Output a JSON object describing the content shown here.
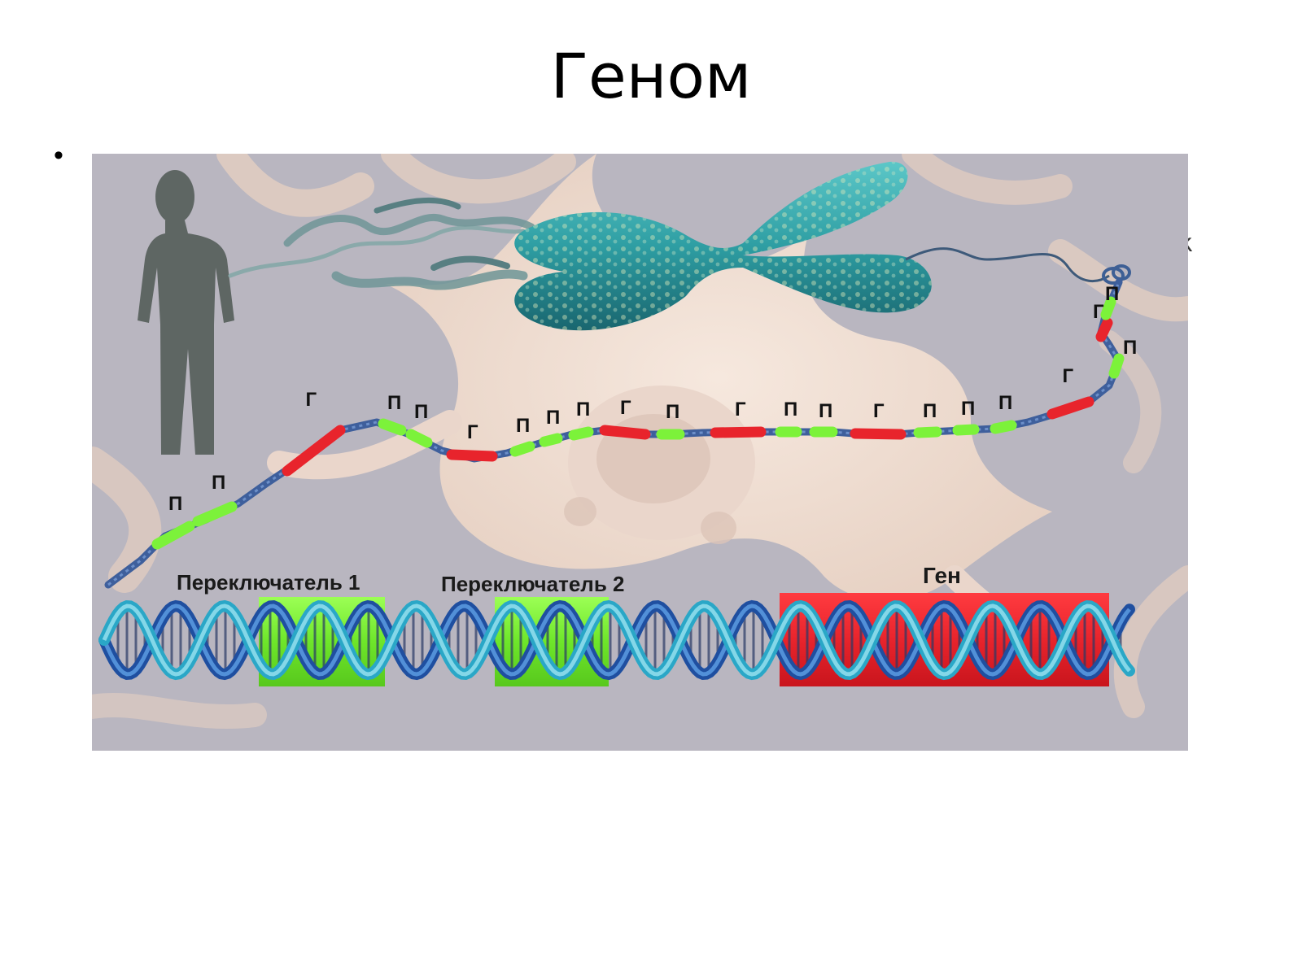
{
  "slide": {
    "title": "Геном"
  },
  "figure": {
    "labels": {
      "switch_1": "Переключатель 1",
      "switch_2": "Переключатель 2",
      "gene": "Ген"
    },
    "strand_markers": [
      {
        "text": "П",
        "kind": "switch"
      },
      {
        "text": "П",
        "kind": "switch"
      },
      {
        "text": "Г",
        "kind": "gene"
      },
      {
        "text": "П",
        "kind": "switch"
      },
      {
        "text": "П",
        "kind": "switch"
      },
      {
        "text": "Г",
        "kind": "gene"
      },
      {
        "text": "П",
        "kind": "switch"
      },
      {
        "text": "П",
        "kind": "switch"
      },
      {
        "text": "П",
        "kind": "switch"
      },
      {
        "text": "Г",
        "kind": "gene"
      },
      {
        "text": "П",
        "kind": "switch"
      },
      {
        "text": "Г",
        "kind": "gene"
      },
      {
        "text": "П",
        "kind": "switch"
      },
      {
        "text": "П",
        "kind": "switch"
      },
      {
        "text": "Г",
        "kind": "gene"
      },
      {
        "text": "П",
        "kind": "switch"
      },
      {
        "text": "П",
        "kind": "switch"
      },
      {
        "text": "П",
        "kind": "switch"
      },
      {
        "text": "Г",
        "kind": "gene"
      },
      {
        "text": "Г",
        "kind": "gene"
      },
      {
        "text": "П",
        "kind": "switch"
      },
      {
        "text": "П",
        "kind": "switch"
      }
    ],
    "colors": {
      "background": "#b9b6c0",
      "cell": "#eedccf",
      "switch": "#7cf23a",
      "gene": "#e8242c",
      "dna_backbone": "#2f6fc4",
      "chromosome": "#2e9ea3",
      "human_silhouette": "#5e6663"
    }
  }
}
